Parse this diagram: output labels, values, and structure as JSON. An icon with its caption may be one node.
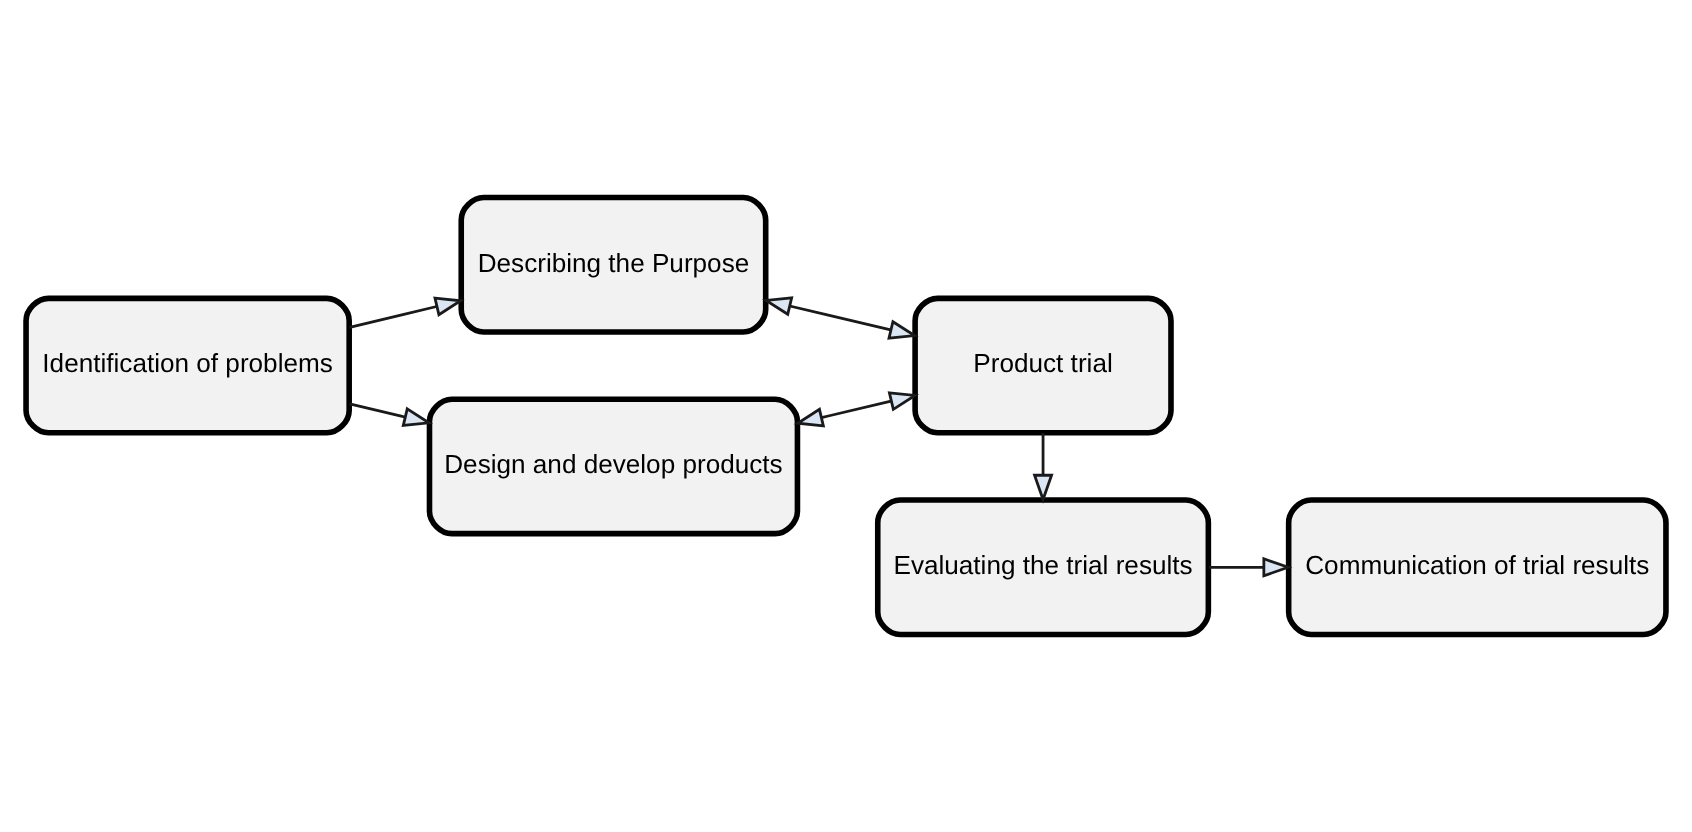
{
  "diagram": {
    "nodes": [
      {
        "text": [
          "Identification of problems"
        ]
      },
      {
        "text": [
          "Describing the Purpose"
        ]
      },
      {
        "text": [
          "Design and develop products"
        ]
      },
      {
        "text": [
          "Product trial"
        ]
      },
      {
        "text": [
          "Evaluating the trial results"
        ]
      },
      {
        "text": [
          "Communication of trial results"
        ]
      }
    ],
    "edges": [
      {
        "from": 0,
        "to": 1,
        "arrow": "to"
      },
      {
        "from": 0,
        "to": 2,
        "arrow": "to"
      },
      {
        "from": 1,
        "to": 3,
        "arrow": "both"
      },
      {
        "from": 2,
        "to": 3,
        "arrow": "both"
      },
      {
        "from": 3,
        "to": 4,
        "arrow": "to"
      },
      {
        "from": 4,
        "to": 5,
        "arrow": "to"
      }
    ]
  }
}
